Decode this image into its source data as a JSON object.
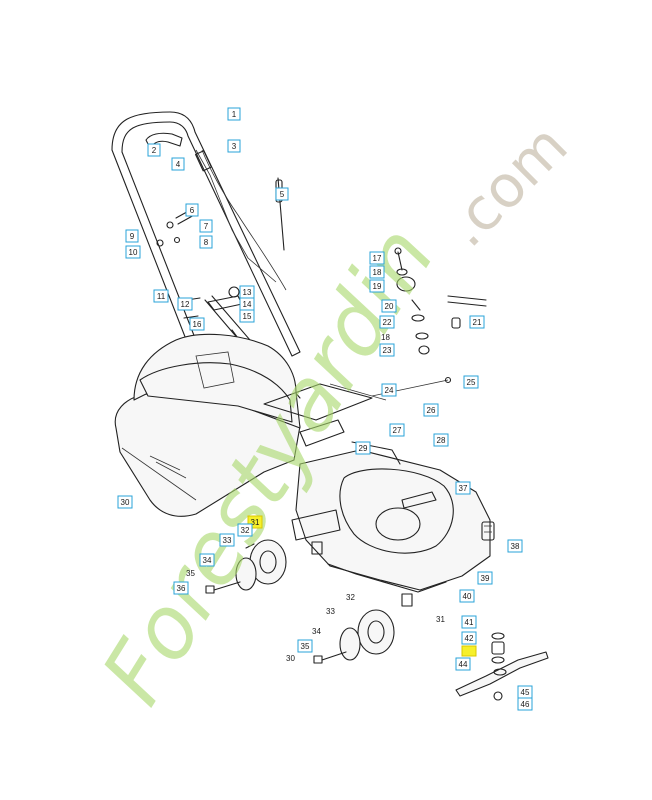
{
  "diagram": {
    "callouts": [
      {
        "id": "p1",
        "label": "1"
      },
      {
        "id": "p2",
        "label": "2"
      },
      {
        "id": "p3",
        "label": "3"
      },
      {
        "id": "p4",
        "label": "4"
      },
      {
        "id": "p5",
        "label": "5"
      },
      {
        "id": "p6",
        "label": "6"
      },
      {
        "id": "p7",
        "label": "7"
      },
      {
        "id": "p8",
        "label": "8"
      },
      {
        "id": "p9",
        "label": "9"
      },
      {
        "id": "p10",
        "label": "10"
      },
      {
        "id": "p11",
        "label": "11"
      },
      {
        "id": "p12",
        "label": "12"
      },
      {
        "id": "p13",
        "label": "13"
      },
      {
        "id": "p14",
        "label": "14"
      },
      {
        "id": "p15",
        "label": "15"
      },
      {
        "id": "p16",
        "label": "16"
      },
      {
        "id": "p17",
        "label": "17"
      },
      {
        "id": "p18",
        "label": "18"
      },
      {
        "id": "p19",
        "label": "19"
      },
      {
        "id": "p20",
        "label": "20"
      },
      {
        "id": "p21",
        "label": "21"
      },
      {
        "id": "p22",
        "label": "22"
      },
      {
        "id": "p18b",
        "label": "18"
      },
      {
        "id": "p23",
        "label": "23"
      },
      {
        "id": "p24",
        "label": "24"
      },
      {
        "id": "p25",
        "label": "25"
      },
      {
        "id": "p26",
        "label": "26"
      },
      {
        "id": "p27",
        "label": "27"
      },
      {
        "id": "p28",
        "label": "28"
      },
      {
        "id": "p29",
        "label": "29"
      },
      {
        "id": "p30",
        "label": "30"
      },
      {
        "id": "p31",
        "label": "31"
      },
      {
        "id": "p32",
        "label": "32"
      },
      {
        "id": "p33",
        "label": "33"
      },
      {
        "id": "p34",
        "label": "34"
      },
      {
        "id": "p35",
        "label": "35"
      },
      {
        "id": "p36",
        "label": "36"
      },
      {
        "id": "p37",
        "label": "37"
      },
      {
        "id": "p38",
        "label": "38"
      },
      {
        "id": "p39",
        "label": "39"
      },
      {
        "id": "p40",
        "label": "40"
      },
      {
        "id": "p41",
        "label": "41"
      },
      {
        "id": "p42",
        "label": "42"
      },
      {
        "id": "p43",
        "label": ""
      },
      {
        "id": "p44",
        "label": "44"
      },
      {
        "id": "p45",
        "label": "45"
      },
      {
        "id": "p46",
        "label": "46"
      },
      {
        "id": "p31b",
        "label": "31"
      },
      {
        "id": "p32b",
        "label": "32"
      },
      {
        "id": "p33b",
        "label": "33"
      },
      {
        "id": "p34b",
        "label": "34"
      },
      {
        "id": "p35b",
        "label": "35"
      },
      {
        "id": "p30b",
        "label": "30"
      }
    ]
  },
  "watermark": {
    "brand": "Forestyardin",
    "domain": ".com",
    "brand_color": "#a8d86a",
    "domain_color": "#b9ad97"
  },
  "colors": {
    "callout_border": "#29a3d8",
    "callout_highlight": "#f6f02b",
    "line": "#222222"
  }
}
